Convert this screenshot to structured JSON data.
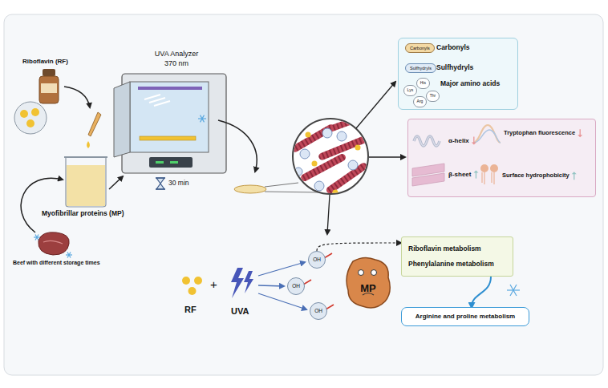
{
  "diagram": {
    "nodes": [
      {
        "text": [
          "Carbonyls",
          "Sulfhydryls",
          "Major amino acids"
        ]
      },
      {
        "text": [
          "Carbonyls"
        ],
        "in": 0
      },
      {
        "text": [
          "Sulfhydryls"
        ],
        "in": 0
      },
      {
        "text": [
          "His"
        ],
        "in": 0
      },
      {
        "text": [
          "Lys"
        ],
        "in": 0
      },
      {
        "text": [
          "Arg"
        ],
        "in": 0
      },
      {
        "text": [
          "Thr"
        ],
        "in": 0
      },
      {
        "text": [
          "α-helix",
          "Tryptophan fluorescence",
          "β-sheet",
          "Surface hydrophobicity"
        ]
      },
      {
        "text": [
          "OH"
        ]
      },
      {
        "text": [
          "OH"
        ]
      },
      {
        "text": [
          "OH"
        ]
      },
      {
        "text": [
          "MP"
        ]
      },
      {
        "text": [
          "Riboflavin metabolism",
          "Phenylalanine metabolism"
        ]
      },
      {
        "text": [
          "Arginine and proline metabolism"
        ]
      }
    ],
    "edges": [
      {
        "from": 8,
        "to": 12,
        "arrow": "to"
      },
      {
        "from": 12,
        "to": 13,
        "arrow": "to"
      }
    ],
    "labels": [
      "Riboflavin (RF)",
      "UVA Analyzer",
      "370 nm",
      "30 min",
      "Myofibrillar proteins (MP)",
      "Beef with different storage times",
      "RF",
      "+",
      "UVA"
    ]
  }
}
